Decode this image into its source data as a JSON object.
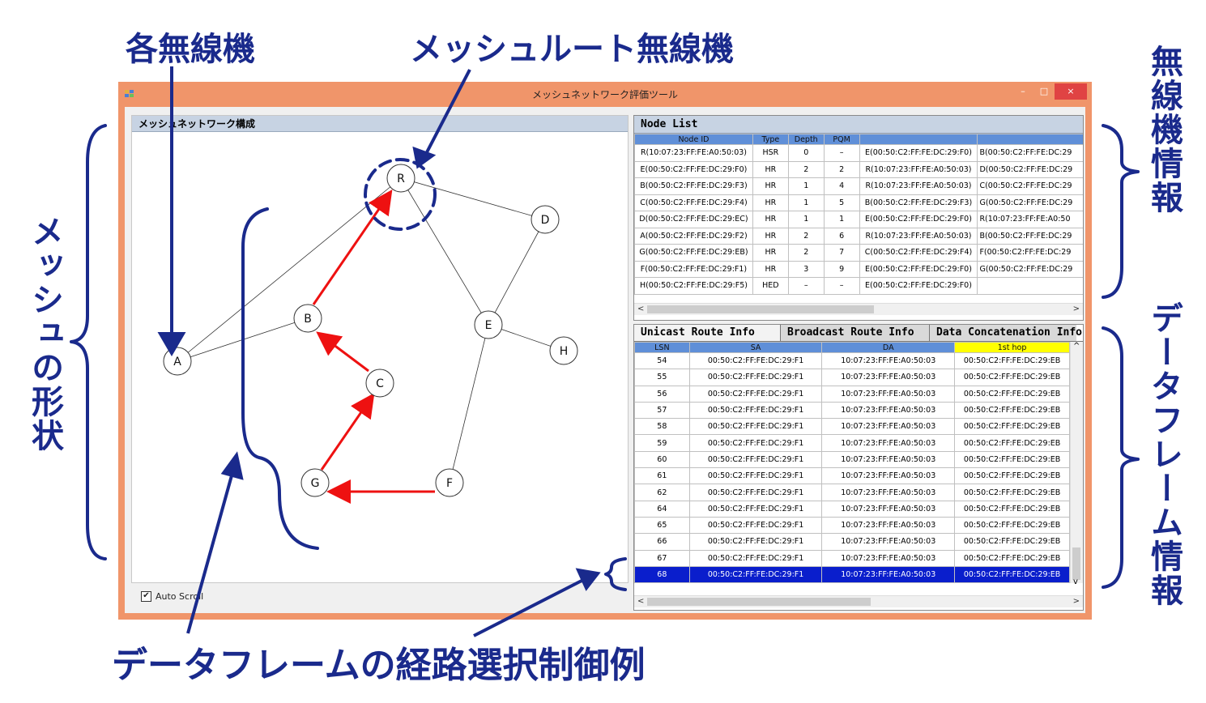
{
  "annotations": {
    "each_radio": "各無線機",
    "mesh_root": "メッシュルート無線機",
    "mesh_shape": "メッシュの形状",
    "radio_info": "無線機情報",
    "frame_info": "データフレーム情報",
    "route_example": "データフレームの経路選択制御例"
  },
  "colors": {
    "annotation": "#1a2a8c",
    "window_frame": "#f0956a",
    "route_arrow": "#ee1111",
    "header_blue": "#5f8fd8",
    "selected_row": "#0a1ecc",
    "first_hop_header": "#ffff00",
    "close_button": "#e04343"
  },
  "window": {
    "title": "メッシュネットワーク評価ツール",
    "icon": "app-icon",
    "minimize": "–",
    "maximize": "□",
    "close": "×"
  },
  "mesh_panel": {
    "title": "メッシュネットワーク構成",
    "auto_scroll_label": "Auto Scroll",
    "auto_scroll_checked": true,
    "nodes": [
      "R",
      "D",
      "B",
      "E",
      "A",
      "H",
      "C",
      "G",
      "F"
    ]
  },
  "node_list": {
    "title": "Node List",
    "columns": [
      "Node ID",
      "Type",
      "Depth",
      "PQM",
      "",
      ""
    ],
    "rows": [
      [
        "R(10:07:23:FF:FE:A0:50:03)",
        "HSR",
        "0",
        "–",
        "E(00:50:C2:FF:FE:DC:29:F0)",
        "B(00:50:C2:FF:FE:DC:29"
      ],
      [
        "E(00:50:C2:FF:FE:DC:29:F0)",
        "HR",
        "2",
        "2",
        "R(10:07:23:FF:FE:A0:50:03)",
        "D(00:50:C2:FF:FE:DC:29"
      ],
      [
        "B(00:50:C2:FF:FE:DC:29:F3)",
        "HR",
        "1",
        "4",
        "R(10:07:23:FF:FE:A0:50:03)",
        "C(00:50:C2:FF:FE:DC:29"
      ],
      [
        "C(00:50:C2:FF:FE:DC:29:F4)",
        "HR",
        "1",
        "5",
        "B(00:50:C2:FF:FE:DC:29:F3)",
        "G(00:50:C2:FF:FE:DC:29"
      ],
      [
        "D(00:50:C2:FF:FE:DC:29:EC)",
        "HR",
        "1",
        "1",
        "E(00:50:C2:FF:FE:DC:29:F0)",
        "R(10:07:23:FF:FE:A0:50"
      ],
      [
        "A(00:50:C2:FF:FE:DC:29:F2)",
        "HR",
        "2",
        "6",
        "R(10:07:23:FF:FE:A0:50:03)",
        "B(00:50:C2:FF:FE:DC:29"
      ],
      [
        "G(00:50:C2:FF:FE:DC:29:EB)",
        "HR",
        "2",
        "7",
        "C(00:50:C2:FF:FE:DC:29:F4)",
        "F(00:50:C2:FF:FE:DC:29"
      ],
      [
        "F(00:50:C2:FF:FE:DC:29:F1)",
        "HR",
        "3",
        "9",
        "E(00:50:C2:FF:FE:DC:29:F0)",
        "G(00:50:C2:FF:FE:DC:29"
      ],
      [
        "H(00:50:C2:FF:FE:DC:29:F5)",
        "HED",
        "–",
        "–",
        "E(00:50:C2:FF:FE:DC:29:F0)",
        ""
      ]
    ]
  },
  "route_panel": {
    "tabs": [
      "Unicast Route Info",
      "Broadcast Route Info",
      "Data Concatenation Info"
    ],
    "active_tab": 0,
    "columns": [
      "LSN",
      "SA",
      "DA",
      "1st hop"
    ],
    "rows": [
      [
        "54",
        "00:50:C2:FF:FE:DC:29:F1",
        "10:07:23:FF:FE:A0:50:03",
        "00:50:C2:FF:FE:DC:29:EB"
      ],
      [
        "55",
        "00:50:C2:FF:FE:DC:29:F1",
        "10:07:23:FF:FE:A0:50:03",
        "00:50:C2:FF:FE:DC:29:EB"
      ],
      [
        "56",
        "00:50:C2:FF:FE:DC:29:F1",
        "10:07:23:FF:FE:A0:50:03",
        "00:50:C2:FF:FE:DC:29:EB"
      ],
      [
        "57",
        "00:50:C2:FF:FE:DC:29:F1",
        "10:07:23:FF:FE:A0:50:03",
        "00:50:C2:FF:FE:DC:29:EB"
      ],
      [
        "58",
        "00:50:C2:FF:FE:DC:29:F1",
        "10:07:23:FF:FE:A0:50:03",
        "00:50:C2:FF:FE:DC:29:EB"
      ],
      [
        "59",
        "00:50:C2:FF:FE:DC:29:F1",
        "10:07:23:FF:FE:A0:50:03",
        "00:50:C2:FF:FE:DC:29:EB"
      ],
      [
        "60",
        "00:50:C2:FF:FE:DC:29:F1",
        "10:07:23:FF:FE:A0:50:03",
        "00:50:C2:FF:FE:DC:29:EB"
      ],
      [
        "61",
        "00:50:C2:FF:FE:DC:29:F1",
        "10:07:23:FF:FE:A0:50:03",
        "00:50:C2:FF:FE:DC:29:EB"
      ],
      [
        "62",
        "00:50:C2:FF:FE:DC:29:F1",
        "10:07:23:FF:FE:A0:50:03",
        "00:50:C2:FF:FE:DC:29:EB"
      ],
      [
        "64",
        "00:50:C2:FF:FE:DC:29:F1",
        "10:07:23:FF:FE:A0:50:03",
        "00:50:C2:FF:FE:DC:29:EB"
      ],
      [
        "65",
        "00:50:C2:FF:FE:DC:29:F1",
        "10:07:23:FF:FE:A0:50:03",
        "00:50:C2:FF:FE:DC:29:EB"
      ],
      [
        "66",
        "00:50:C2:FF:FE:DC:29:F1",
        "10:07:23:FF:FE:A0:50:03",
        "00:50:C2:FF:FE:DC:29:EB"
      ],
      [
        "67",
        "00:50:C2:FF:FE:DC:29:F1",
        "10:07:23:FF:FE:A0:50:03",
        "00:50:C2:FF:FE:DC:29:EB"
      ],
      [
        "68",
        "00:50:C2:FF:FE:DC:29:F1",
        "10:07:23:FF:FE:A0:50:03",
        "00:50:C2:FF:FE:DC:29:EB"
      ]
    ],
    "selected_row": 13
  }
}
